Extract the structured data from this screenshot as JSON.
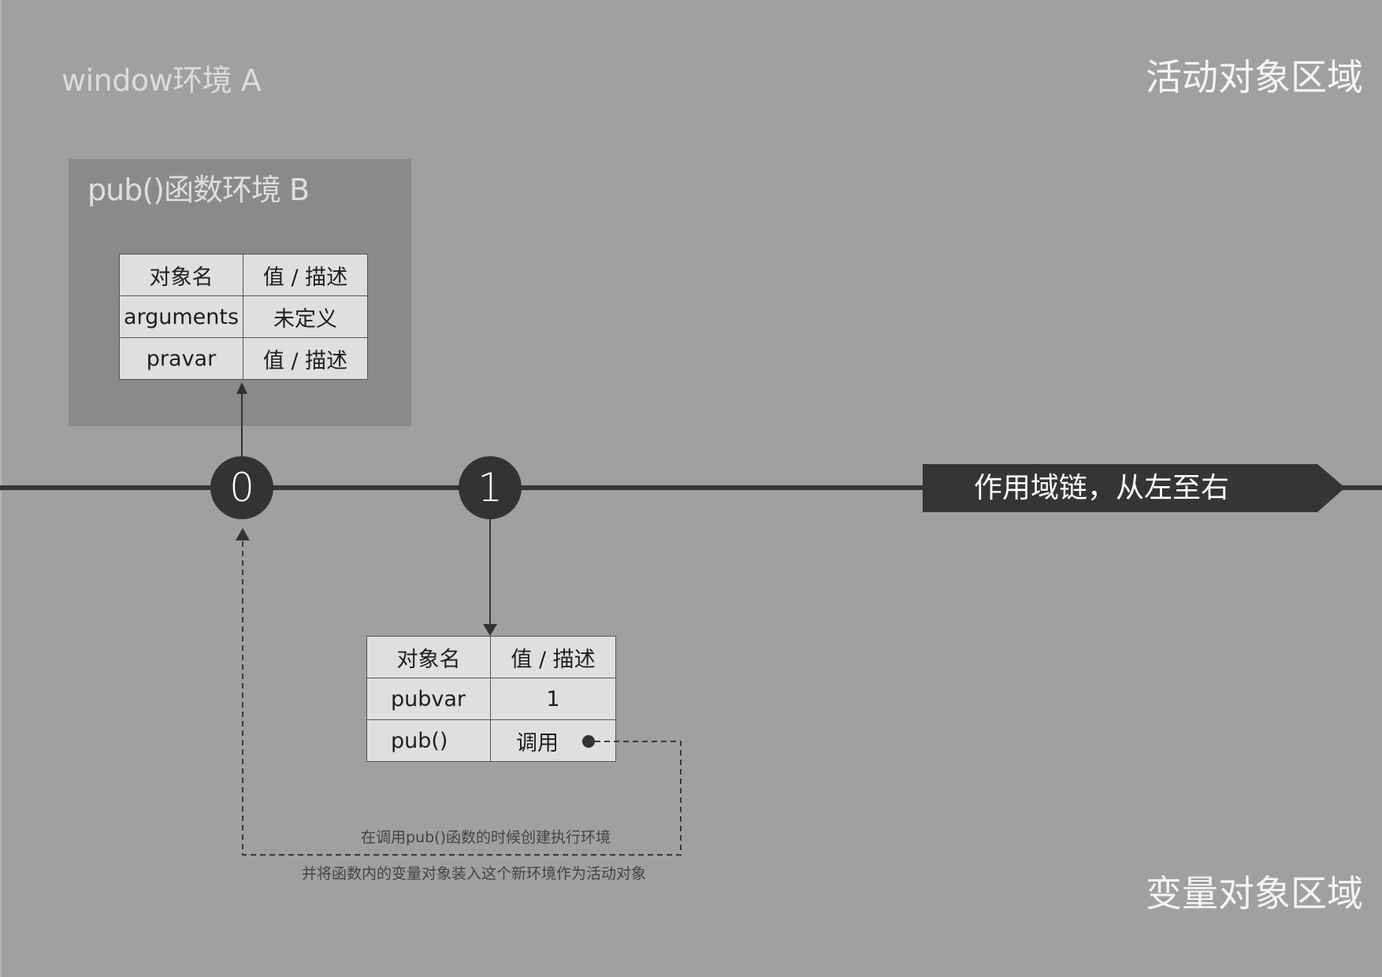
{
  "environments": {
    "window": {
      "label": "window环境  A"
    },
    "pub_function": {
      "label": "pub()函数环境  B"
    }
  },
  "regions": {
    "active_object": "活动对象区域",
    "variable_object": "变量对象区域"
  },
  "scope_chain": {
    "label": "作用域链，从左至右",
    "nodes": [
      {
        "index": "0",
        "links_to": "pub_function_table"
      },
      {
        "index": "1",
        "links_to": "window_table"
      }
    ]
  },
  "tables": {
    "pub_function_table": {
      "headers": [
        "对象名",
        "值 / 描述"
      ],
      "rows": [
        [
          "arguments",
          "未定义"
        ],
        [
          "pravar",
          "值 / 描述"
        ]
      ]
    },
    "window_table": {
      "headers": [
        "对象名",
        "值 / 描述"
      ],
      "rows": [
        [
          "pubvar",
          "1"
        ],
        [
          "pub()",
          "调用"
        ]
      ]
    }
  },
  "annotations": {
    "call_caption_line1": "在调用pub()函数的时候创建执行环境",
    "call_caption_line2": "并将函数内的变量对象装入这个新环境作为活动对象"
  },
  "colors": {
    "background": "#a0a0a0",
    "env_box": "#8a8a8a",
    "table_fill": "#dfdfdf",
    "dark": "#333333",
    "light_text": "#f4f4f4"
  }
}
